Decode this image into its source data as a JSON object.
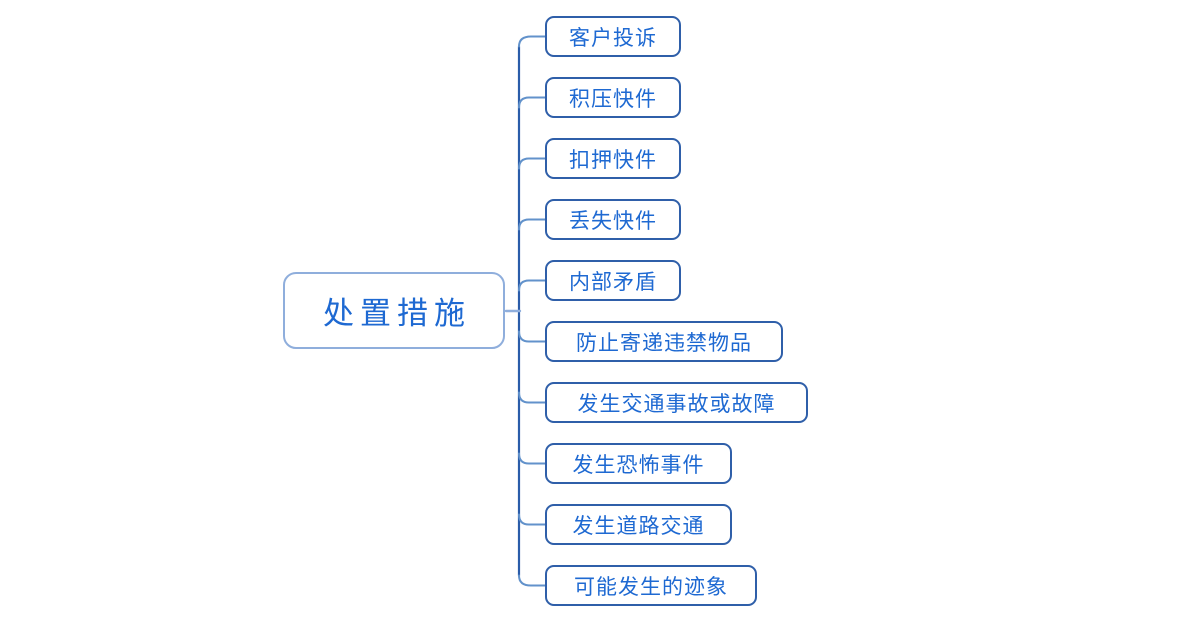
{
  "mindmap": {
    "central_topic": "处置措施",
    "topics": [
      {
        "label": "客户投诉"
      },
      {
        "label": "积压快件"
      },
      {
        "label": "扣押快件"
      },
      {
        "label": "丢失快件"
      },
      {
        "label": "内部矛盾"
      },
      {
        "label": "防止寄递违禁物品"
      },
      {
        "label": "发生交通事故或故障"
      },
      {
        "label": "发生恐怖事件"
      },
      {
        "label": "发生道路交通"
      },
      {
        "label": "可能发生的迹象"
      }
    ],
    "colors": {
      "text": "#1E69D2",
      "root_border": "#8FAEDC",
      "topic_border": "#2F5FA9",
      "trunk_line": "#2A5CA9",
      "branch_line": "#6292CB",
      "background": "#FFFFFF"
    }
  }
}
